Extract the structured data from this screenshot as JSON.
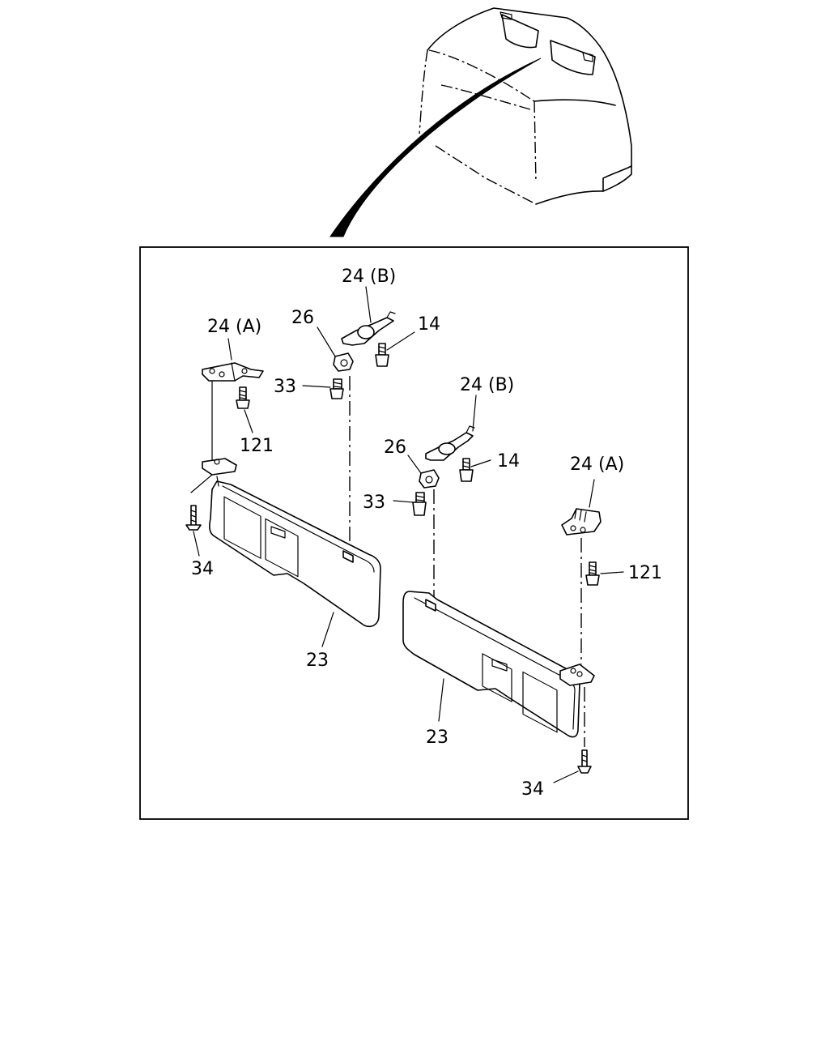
{
  "labels": {
    "p24b_top": "24 (B)",
    "p14_top": "14",
    "p26_left": "26",
    "p24a_left": "24 (A)",
    "p33_left": "33",
    "p121_left": "121",
    "p24b_mid": "24 (B)",
    "p26_mid": "26",
    "p14_mid": "14",
    "p33_mid": "33",
    "p24a_right": "24 (A)",
    "p121_right": "121",
    "p34_left": "34",
    "p23_left": "23",
    "p23_right": "23",
    "p34_right": "34"
  }
}
